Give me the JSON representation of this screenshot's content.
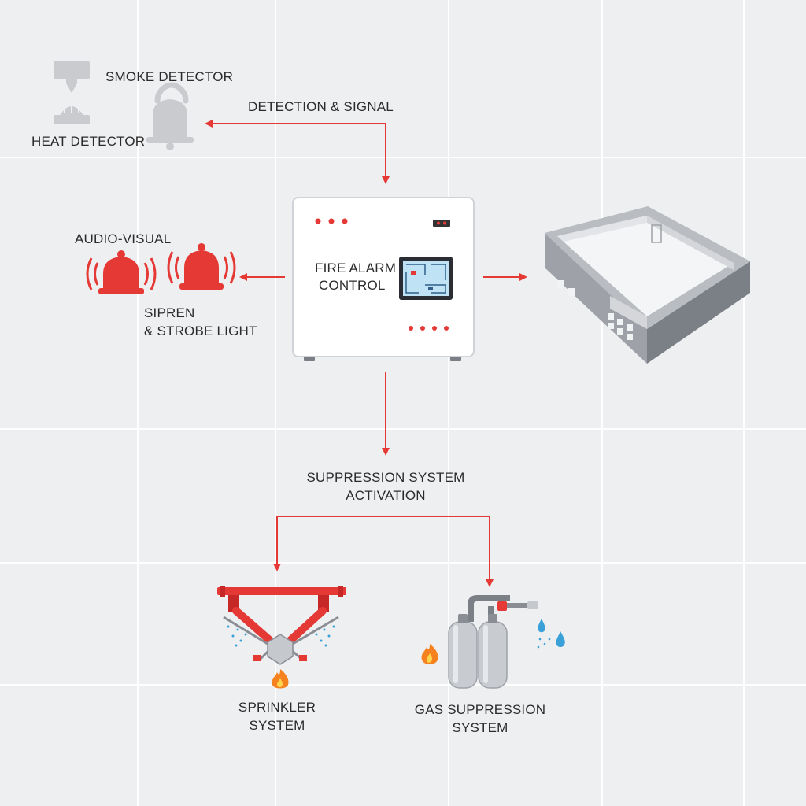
{
  "labels": {
    "smoke_detector": "SMOKE DETECTOR",
    "heat_detector": "HEAT DETECTOR",
    "detection_signal": "DETECTION & SIGNAL",
    "audio_visual": "AUDIO-VISUAL",
    "siren_line1": "SIPREN",
    "siren_line2": "& STROBE LIGHT",
    "panel_line1": "FIRE ALARM",
    "panel_line2": "CONTROL",
    "suppression_line1": "SUPPRESSION SYSTEM",
    "suppression_line2": "ACTIVATION",
    "sprinkler_line1": "SPRINKLER",
    "sprinkler_line2": "SYSTEM",
    "gas_line1": "GAS SUPPRESSION",
    "gas_line2": "SYSTEM"
  },
  "colors": {
    "background": "#eeeff1",
    "grid": "#ffffff",
    "accent": "#e53935",
    "text": "#2b2b2b",
    "detector_gray": "#c9cbce",
    "screen_blue": "#bfe3f5",
    "water_blue": "#3aa0d8",
    "flame_orange": "#f5821f"
  },
  "icons": [
    "heat-detector-icon",
    "smoke-detector-bell-icon",
    "siren-bell-icon",
    "control-panel-icon",
    "building-icon",
    "sprinkler-icon",
    "gas-cylinder-icon",
    "flame-icon",
    "water-drop-icon"
  ]
}
